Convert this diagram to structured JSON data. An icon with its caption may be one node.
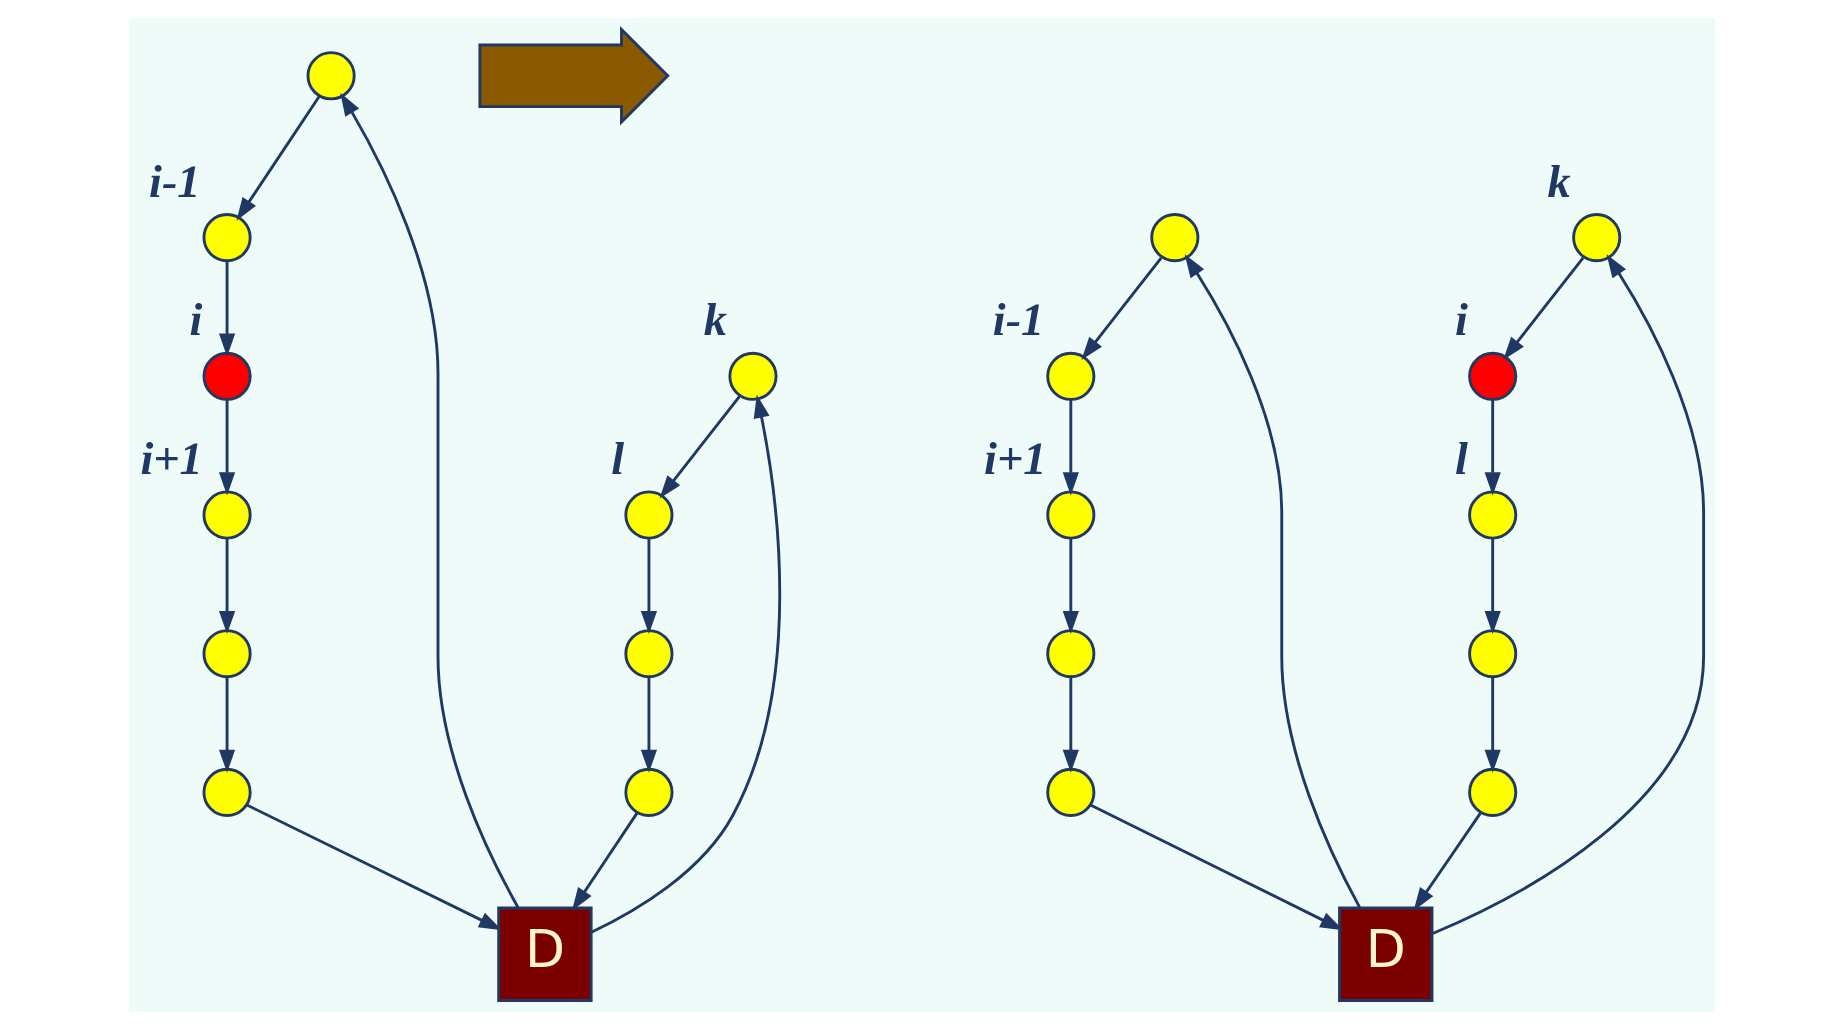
{
  "diagram": {
    "nodes": [
      {
        "text": [],
        "shape": "circle"
      },
      {
        "text": [],
        "shape": "circle",
        "beside": [
          "l"
        ]
      },
      {
        "text": [],
        "shape": "circle",
        "beside": [
          "i+1"
        ]
      },
      {
        "text": [],
        "shape": "circle"
      },
      {
        "text": [],
        "shape": "circle",
        "beside": [
          "i"
        ]
      },
      {
        "text": [],
        "shape": "circle"
      },
      {
        "text": [],
        "shape": "circle",
        "beside": [
          "i-1"
        ]
      },
      {
        "text": [],
        "shape": "circle",
        "beside": [
          "k"
        ]
      },
      {
        "text": [],
        "shape": "circle"
      },
      {
        "text": [],
        "shape": "circle"
      },
      {
        "text": [
          "D"
        ]
      },
      {
        "text": [],
        "shape": "arrow"
      },
      {
        "text": [],
        "shape": "circle"
      },
      {
        "text": [],
        "shape": "circle",
        "beside": [
          "l"
        ]
      },
      {
        "text": [],
        "shape": "circle",
        "beside": [
          "i+1"
        ]
      },
      {
        "text": [],
        "shape": "circle"
      },
      {
        "text": [],
        "shape": "circle",
        "beside": [
          "i"
        ]
      },
      {
        "text": [],
        "shape": "circle"
      },
      {
        "text": [],
        "shape": "circle",
        "beside": [
          "i-1"
        ]
      },
      {
        "text": [],
        "shape": "circle",
        "beside": [
          "k"
        ]
      },
      {
        "text": [],
        "shape": "circle"
      },
      {
        "text": [],
        "shape": "circle"
      },
      {
        "text": [
          "D"
        ]
      }
    ],
    "edges": [
      {
        "from": 1,
        "to": 0,
        "arrow": "to"
      },
      {
        "from": 0,
        "to": 5,
        "arrow": "to"
      },
      {
        "from": 5,
        "to": 10,
        "arrow": "to"
      },
      {
        "from": 10,
        "to": 7,
        "arrow": "to"
      },
      {
        "from": 7,
        "to": 1,
        "arrow": "to"
      },
      {
        "from": 4,
        "to": 2,
        "arrow": "to"
      },
      {
        "from": 2,
        "to": 3,
        "arrow": "to"
      },
      {
        "from": 3,
        "to": 8,
        "arrow": "to"
      },
      {
        "from": 8,
        "to": 10,
        "arrow": "to"
      },
      {
        "from": 10,
        "to": 9,
        "arrow": "to"
      },
      {
        "from": 9,
        "to": 6,
        "arrow": "to"
      },
      {
        "from": 6,
        "to": 4,
        "arrow": "to"
      },
      {
        "from": 13,
        "to": 12,
        "arrow": "to"
      },
      {
        "from": 12,
        "to": 17,
        "arrow": "to"
      },
      {
        "from": 17,
        "to": 22,
        "arrow": "to"
      },
      {
        "from": 22,
        "to": 19,
        "arrow": "to"
      },
      {
        "from": 19,
        "to": 16,
        "arrow": "to"
      },
      {
        "from": 16,
        "to": 13,
        "arrow": "to"
      },
      {
        "from": 14,
        "to": 15,
        "arrow": "to"
      },
      {
        "from": 15,
        "to": 20,
        "arrow": "to"
      },
      {
        "from": 20,
        "to": 22,
        "arrow": "to"
      },
      {
        "from": 22,
        "to": 21,
        "arrow": "to"
      },
      {
        "from": 21,
        "to": 18,
        "arrow": "to"
      },
      {
        "from": 18,
        "to": 14,
        "arrow": "to"
      }
    ]
  }
}
